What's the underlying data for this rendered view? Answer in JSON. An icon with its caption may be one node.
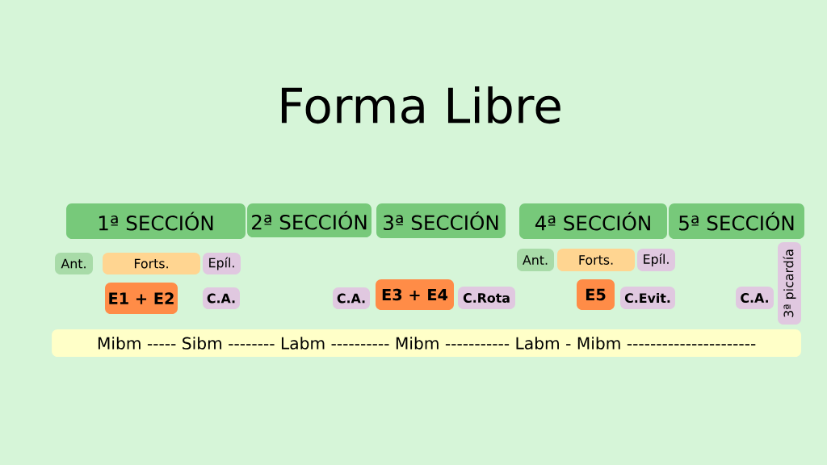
{
  "diagram": {
    "title": "Forma Libre",
    "nodes": [
      {
        "text": [
          "1ª SECCIÓN"
        ]
      },
      {
        "text": [
          "2ª SECCIÓN"
        ]
      },
      {
        "text": [
          "3ª SECCIÓN"
        ]
      },
      {
        "text": [
          "4ª SECCIÓN"
        ]
      },
      {
        "text": [
          "5ª SECCIÓN"
        ]
      },
      {
        "text": [
          "Ant."
        ]
      },
      {
        "text": [
          "Forts."
        ]
      },
      {
        "text": [
          "Epíl."
        ]
      },
      {
        "text": [
          "Ant."
        ]
      },
      {
        "text": [
          "Forts."
        ]
      },
      {
        "text": [
          "Epíl."
        ]
      },
      {
        "text": [
          "3ª picardía"
        ]
      },
      {
        "text": [
          "E1 + E2"
        ]
      },
      {
        "text": [
          "C.A."
        ]
      },
      {
        "text": [
          "C.A."
        ]
      },
      {
        "text": [
          "E3 + E4"
        ]
      },
      {
        "text": [
          "C.Rota"
        ]
      },
      {
        "text": [
          "E5"
        ]
      },
      {
        "text": [
          "C.Evit."
        ]
      },
      {
        "text": [
          "C.A."
        ]
      },
      {
        "text": [
          "Mibm ----- Sibm -------- Labm ---------- Mibm ----------- Labm - Mibm ----------------------"
        ]
      }
    ]
  }
}
